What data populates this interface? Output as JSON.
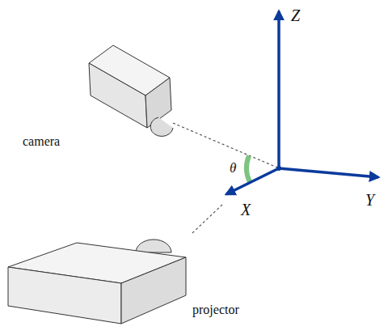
{
  "diagram": {
    "labels": [
      "Z",
      "Y",
      "X",
      "θ",
      "camera",
      "projector"
    ]
  }
}
